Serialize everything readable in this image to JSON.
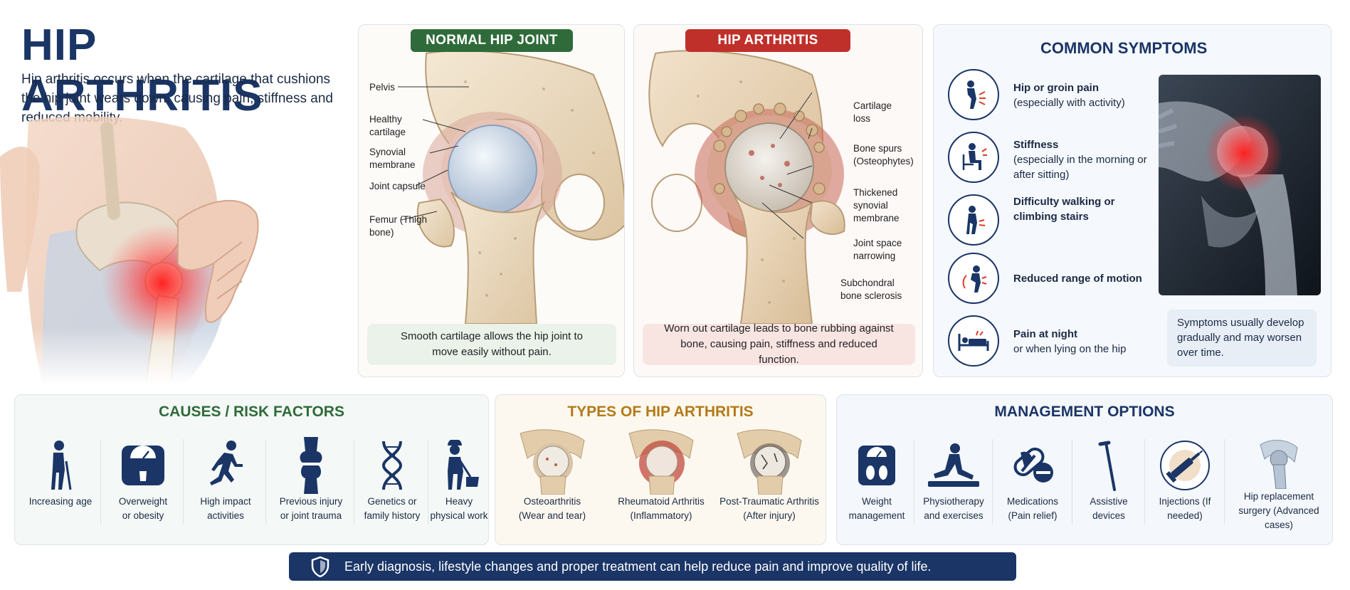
{
  "hero": {
    "title": "HIP ARTHRITIS",
    "description": "Hip arthritis occurs when the cartilage that cushions the hip joint wears down, causing pain, stiffness and reduced mobility."
  },
  "normal_joint": {
    "title": "NORMAL HIP JOINT",
    "labels": [
      "Pelvis",
      "Healthy cartilage",
      "Synovial membrane",
      "Joint capsule",
      "Femur (Thigh bone)"
    ],
    "caption": "Smooth cartilage allows the hip joint to move easily without pain."
  },
  "arthritis_joint": {
    "title": "HIP ARTHRITIS",
    "labels": [
      "Cartilage loss",
      "Bone spurs (Osteophytes)",
      "Thickened synovial membrane",
      "Joint space narrowing",
      "Subchondral bone sclerosis"
    ],
    "caption": "Worn out cartilage leads to bone rubbing against bone, causing pain, stiffness and reduced function."
  },
  "symptoms": {
    "title": "COMMON SYMPTOMS",
    "items": [
      {
        "title": "Hip or groin pain",
        "detail": "(especially with activity)",
        "icon": "groin-pain-icon"
      },
      {
        "title": "Stiffness",
        "detail": "(especially in the morning or after sitting)",
        "icon": "sitting-stiffness-icon"
      },
      {
        "title": "Difficulty walking or climbing stairs",
        "detail": "",
        "icon": "walking-difficulty-icon"
      },
      {
        "title": "Reduced range of motion",
        "detail": "",
        "icon": "range-of-motion-icon"
      },
      {
        "title": "Pain at night",
        "detail": "or when lying on the hip",
        "icon": "bed-icon"
      }
    ],
    "note": "Symptoms usually develop gradually and may worsen over time."
  },
  "causes": {
    "title": "CAUSES / RISK FACTORS",
    "items": [
      {
        "label": "Increasing age",
        "icon": "elderly-person-icon"
      },
      {
        "label": "Overweight or obesity",
        "icon": "weighing-scale-icon"
      },
      {
        "label": "High impact activities",
        "icon": "runner-icon"
      },
      {
        "label": "Previous injury or joint trauma",
        "icon": "joint-bone-icon"
      },
      {
        "label": "Genetics or family history",
        "icon": "dna-icon"
      },
      {
        "label": "Heavy physical work",
        "icon": "worker-icon"
      }
    ]
  },
  "types": {
    "title": "TYPES OF HIP ARTHRITIS",
    "items": [
      {
        "label": "Osteoarthritis",
        "detail": "(Wear and tear)"
      },
      {
        "label": "Rheumatoid Arthritis",
        "detail": "(Inflammatory)"
      },
      {
        "label": "Post-Traumatic Arthritis",
        "detail": "(After injury)"
      }
    ]
  },
  "management": {
    "title": "MANAGEMENT OPTIONS",
    "items": [
      {
        "label": "Weight management",
        "icon": "scale-icon"
      },
      {
        "label": "Physiotherapy and exercises",
        "icon": "physiotherapy-icon"
      },
      {
        "label": "Medications (Pain relief)",
        "icon": "pill-icon"
      },
      {
        "label": "Assistive devices",
        "icon": "cane-icon"
      },
      {
        "label": "Injections (If needed)",
        "icon": "syringe-icon"
      },
      {
        "label": "Hip replacement surgery (Advanced cases)",
        "icon": "hip-implant-icon"
      }
    ]
  },
  "banner": {
    "text": "Early diagnosis, lifestyle changes and proper treatment can help reduce pain and improve quality of life."
  },
  "colors": {
    "navy": "#1a3566",
    "green": "#2f6b3a",
    "red": "#c0302b",
    "gold": "#b37a18",
    "inflammation": "#ff2a2a"
  }
}
